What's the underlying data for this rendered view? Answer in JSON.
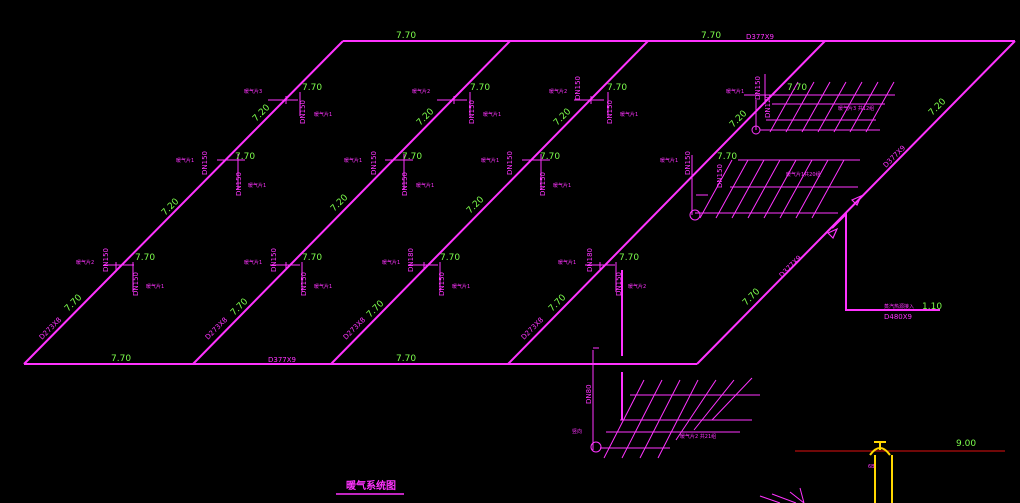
{
  "drawing": {
    "title": "暖气系统图",
    "top_pipe_label": "D377X9",
    "bottom_pipe_label": "D377X9",
    "right_pipe_label": "D377X9",
    "diag_pipe_label": "D273X8",
    "feed_pipe_label": "D480X9",
    "feed_inlet_label": "蒸汽热源接入",
    "elev_main": "7.70",
    "elev_diag": "7.20",
    "elev_feed": "1.10",
    "elev_ground": "9.00",
    "branch_dn150": "DN150",
    "branch_dn180": "DN180",
    "branch_dn120": "DN120",
    "branch_dn80": "DN80",
    "heater_1": "暖气片1",
    "heater_2": "暖气片2",
    "heater_3": "暖气片3",
    "coil_a": "暖气片3 共12组",
    "coil_b": "暖气片1共20组",
    "coil_c": "暖气片2 共21组",
    "riser_label": "竖向",
    "tank_label": "6B"
  }
}
